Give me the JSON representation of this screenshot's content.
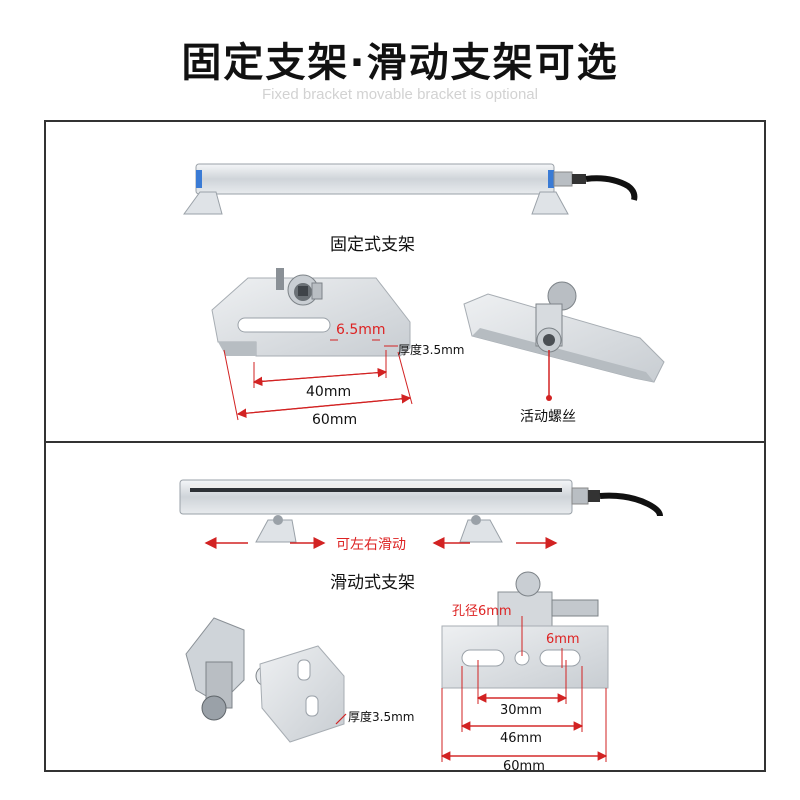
{
  "header": {
    "title": "固定支架·滑动支架可选",
    "subtitle": "Fixed bracket movable bracket is optional"
  },
  "fixed_section": {
    "caption": "固定式支架",
    "dim_slot_width": "6.5mm",
    "dim_thickness": "厚度3.5mm",
    "dim_inner": "40mm",
    "dim_outer": "60mm",
    "movable_screw_label": "活动螺丝"
  },
  "sliding_section": {
    "slide_label": "可左右滑动",
    "caption": "滑动式支架",
    "dim_hole": "孔径6mm",
    "dim_slot": "6mm",
    "dim_thickness": "厚度3.5mm",
    "dim_30": "30mm",
    "dim_46": "46mm",
    "dim_60": "60mm"
  },
  "colors": {
    "dimension": "#d22222",
    "aluminum": "#d9dde1",
    "frame": "#333333"
  }
}
